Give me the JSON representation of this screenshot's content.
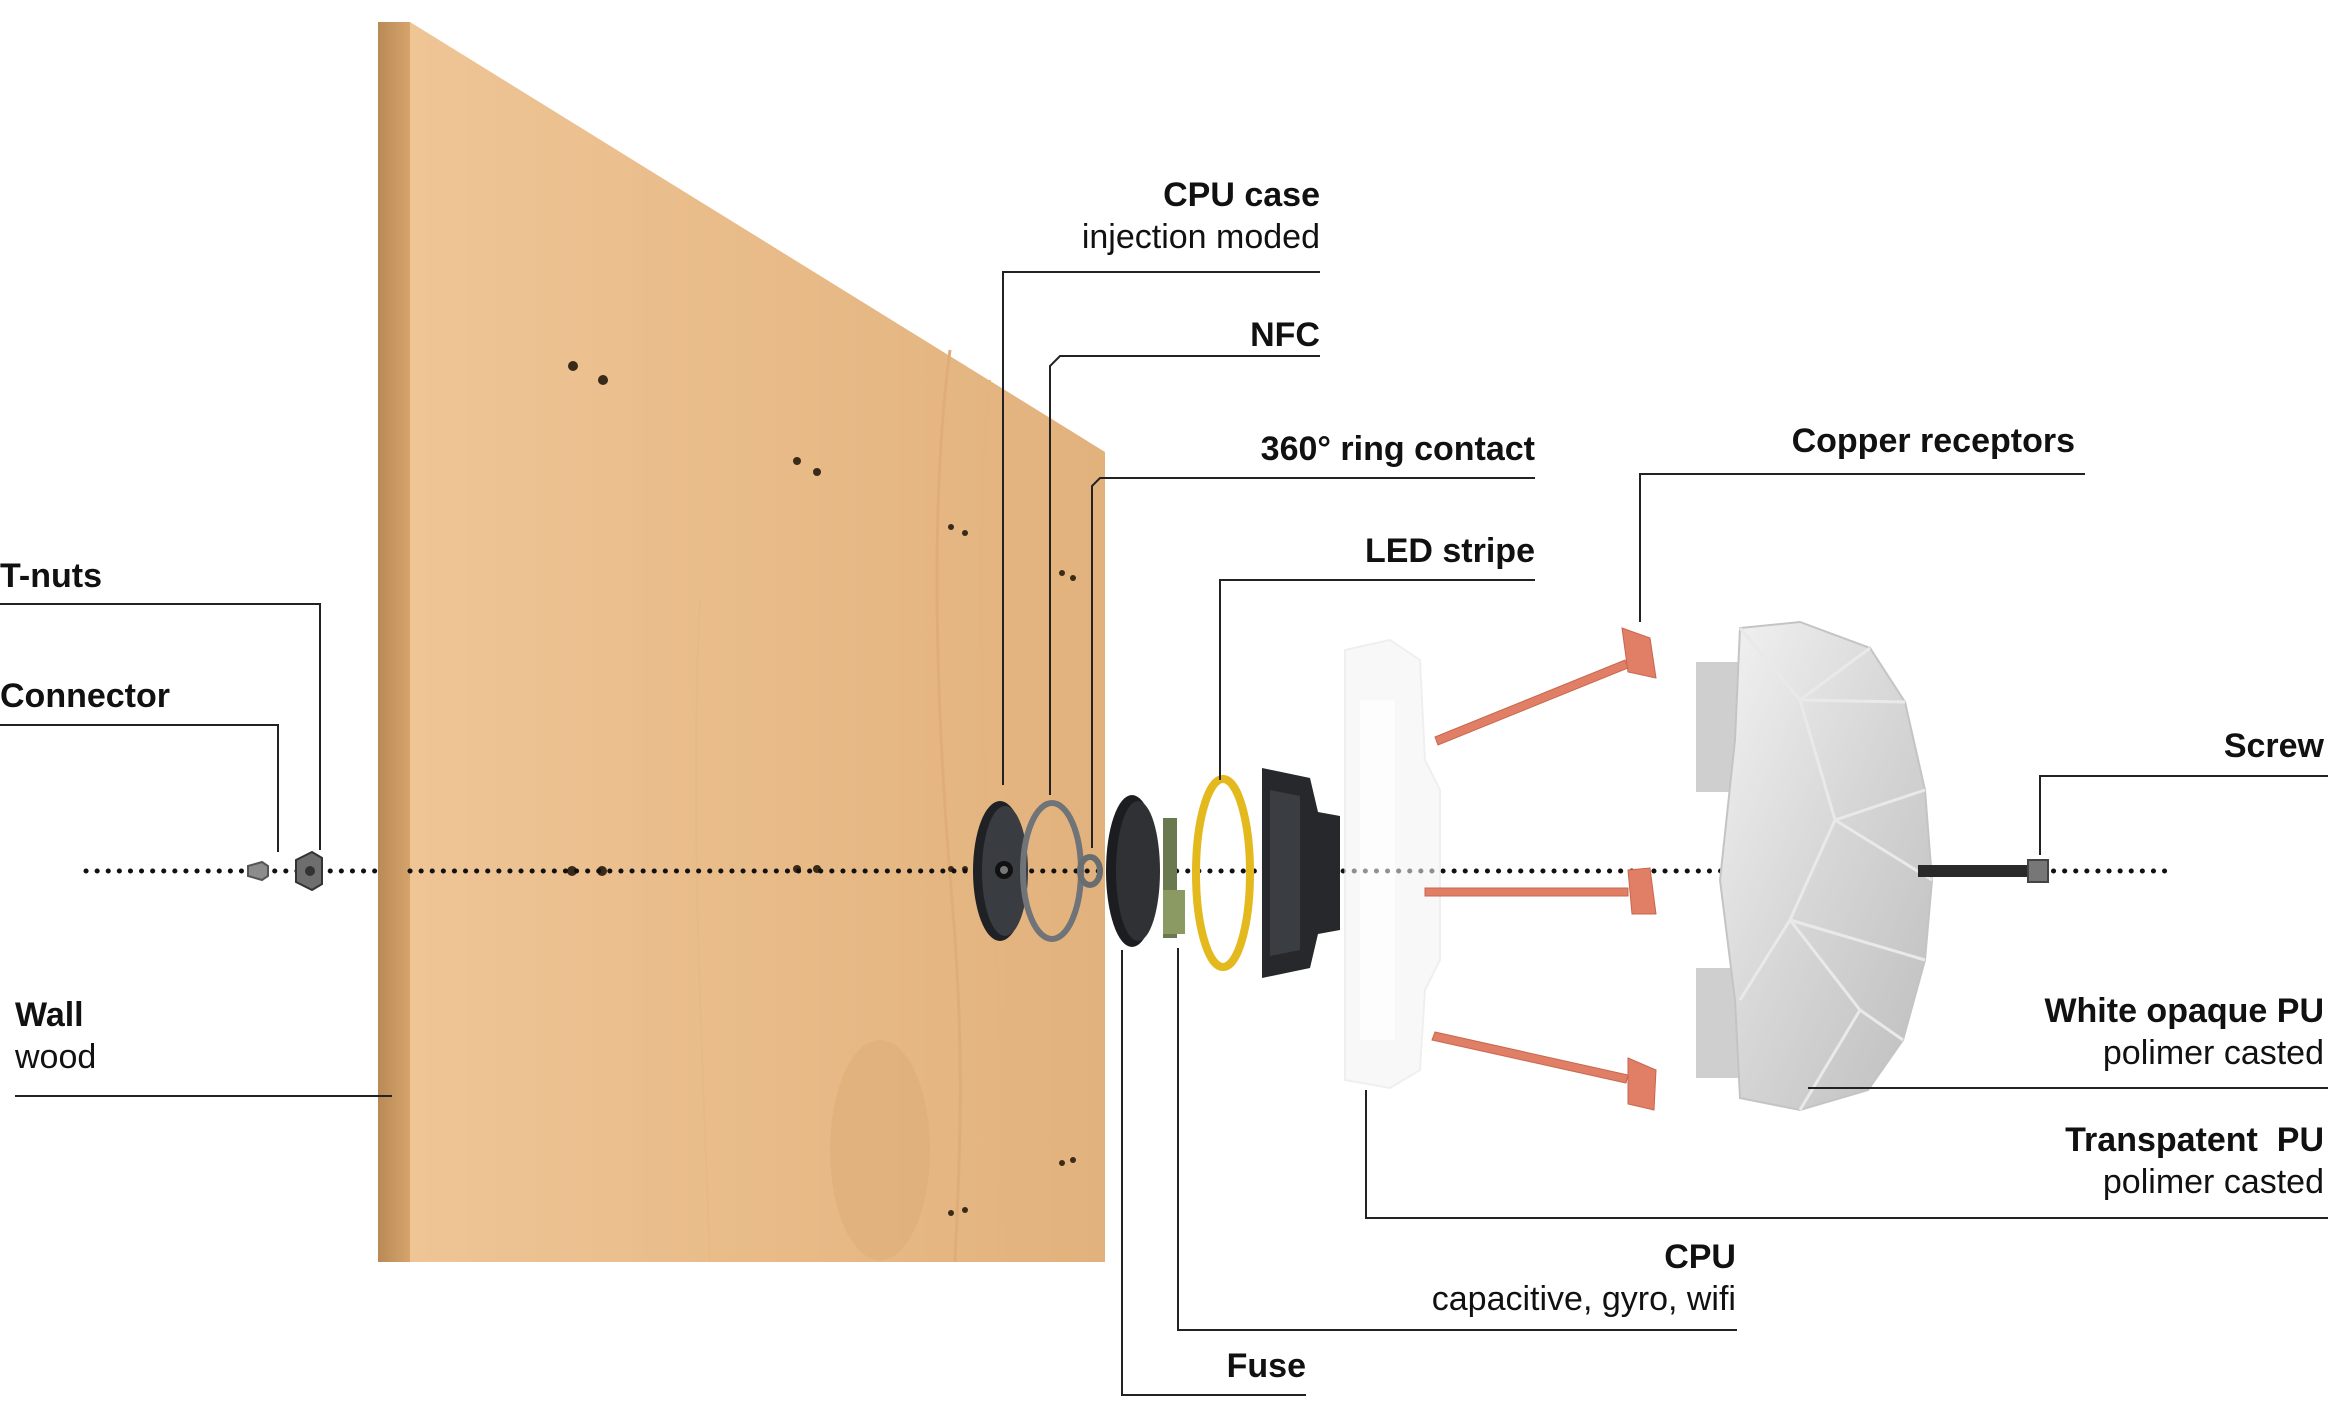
{
  "labels": {
    "cpu_case": {
      "title": "CPU case",
      "sub": "injection moded"
    },
    "nfc": {
      "title": "NFC"
    },
    "ring_contact": {
      "title": "360° ring contact"
    },
    "led_stripe": {
      "title": "LED stripe"
    },
    "copper_receptors": {
      "title": "Copper receptors"
    },
    "t_nuts": {
      "title": "T-nuts"
    },
    "connector": {
      "title": "Connector"
    },
    "screw": {
      "title": "Screw"
    },
    "wall": {
      "title": "Wall",
      "sub": "wood"
    },
    "white_opaque_pu": {
      "title": "White opaque PU",
      "sub": "polimer casted"
    },
    "transparent_pu": {
      "title": "Transpatent  PU",
      "sub": "polimer casted"
    },
    "cpu": {
      "title": "CPU",
      "sub": "capacitive, gyro, wifi"
    },
    "fuse": {
      "title": "Fuse"
    }
  },
  "colors": {
    "wood": "#e8bb88",
    "wood_edge": "#c9975e",
    "copper": "#e07f66",
    "led": "#e3b91e",
    "dark_part": "#2b2d31",
    "white_pu": "#d9d9da",
    "leader_line": "#222222"
  }
}
